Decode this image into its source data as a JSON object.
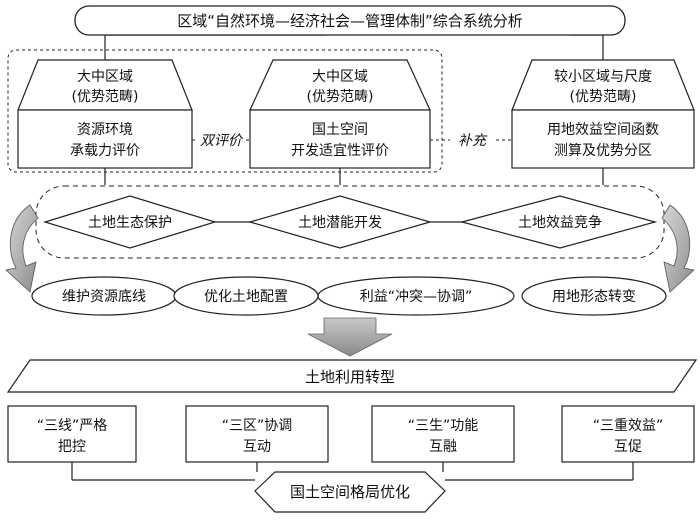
{
  "top_title": "区域“自然环境—经济社会—管理体制”综合系统分析",
  "assessments": [
    {
      "scope_line1": "大中区域",
      "scope_line2": "(优势范畴)",
      "method_line1": "资源环境",
      "method_line2": "承载力评价"
    },
    {
      "scope_line1": "大中区域",
      "scope_line2": "(优势范畴)",
      "method_line1": "国土空间",
      "method_line2": "开发适宜性评价"
    },
    {
      "scope_line1": "较小区域与尺度",
      "scope_line2": "(优势范畴)",
      "method_line1": "用地效益空间函数",
      "method_line2": "测算及优势分区"
    }
  ],
  "relations": {
    "double_eval": "双评价",
    "supplement": "补充"
  },
  "goals": [
    "土地生态保护",
    "土地潜能开发",
    "土地效益竞争"
  ],
  "paths": [
    "维护资源底线",
    "优化土地配置",
    "利益“冲突—协调”",
    "用地形态转变"
  ],
  "transformation": "土地利用转型",
  "measures": [
    {
      "line1": "“三线”严格",
      "line2": "把控"
    },
    {
      "line1": "“三区”协调",
      "line2": "互动"
    },
    {
      "line1": "“三生”功能",
      "line2": "互融"
    },
    {
      "line1": "“三重效益”",
      "line2": "互促"
    }
  ],
  "outcome": "国土空间格局优化"
}
